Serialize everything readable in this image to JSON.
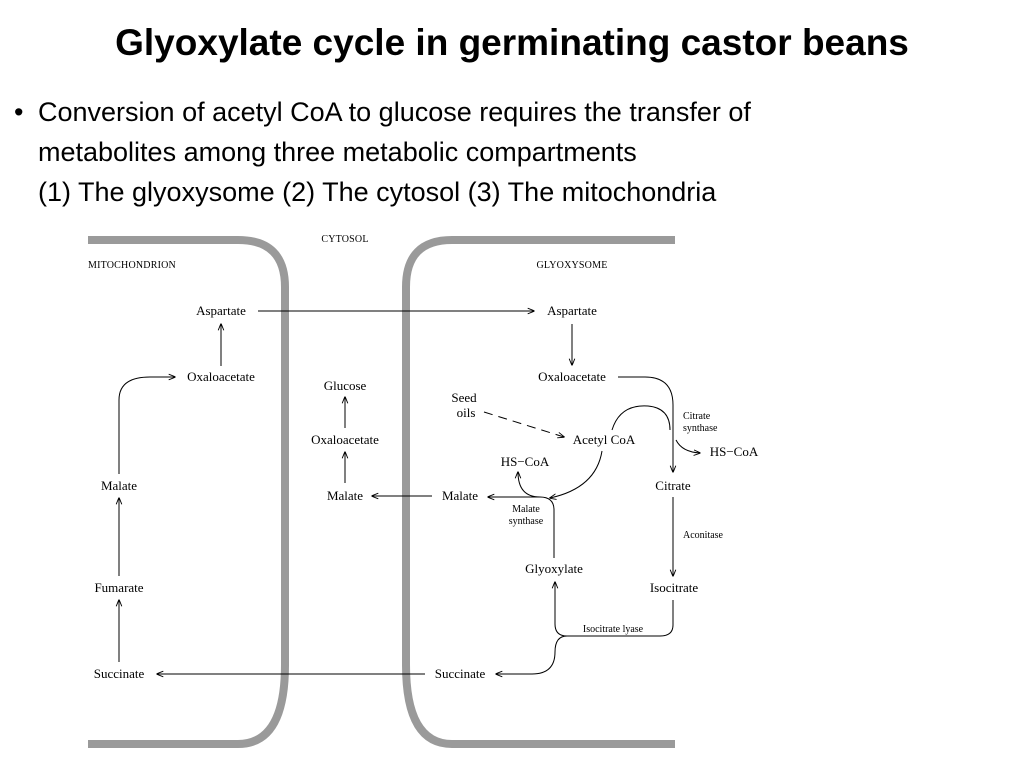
{
  "slide": {
    "title": "Glyoxylate cycle in germinating castor beans",
    "bullet_symbol": "•",
    "bullet_lines": [
      "Conversion of acetyl CoA to glucose requires the transfer of",
      "metabolites among three metabolic compartments",
      "(1) The glyoxysome (2) The cytosol (3) The mitochondria"
    ]
  },
  "diagram": {
    "compartments": {
      "mitochondrion": "MITOCHONDRION",
      "cytosol": "CYTOSOL",
      "glyoxysome": "GLYOXYSOME"
    },
    "mitochondrion": {
      "aspartate": "Aspartate",
      "oxaloacetate": "Oxaloacetate",
      "malate": "Malate",
      "fumarate": "Fumarate",
      "succinate": "Succinate"
    },
    "cytosol": {
      "glucose": "Glucose",
      "oxaloacetate": "Oxaloacetate",
      "malate": "Malate"
    },
    "glyoxysome": {
      "aspartate": "Aspartate",
      "oxaloacetate": "Oxaloacetate",
      "seed_oils_1": "Seed",
      "seed_oils_2": "oils",
      "acetyl_coa": "Acetyl CoA",
      "hs_coa_left": "HS−CoA",
      "hs_coa_right": "HS−CoA",
      "citrate_synthase_1": "Citrate",
      "citrate_synthase_2": "synthase",
      "malate": "Malate",
      "malate_synthase_1": "Malate",
      "malate_synthase_2": "synthase",
      "citrate": "Citrate",
      "aconitase": "Aconitase",
      "glyoxylate": "Glyoxylate",
      "isocitrate": "Isocitrate",
      "isocitrate_lyase": "Isocitrate lyase",
      "succinate": "Succinate"
    }
  }
}
